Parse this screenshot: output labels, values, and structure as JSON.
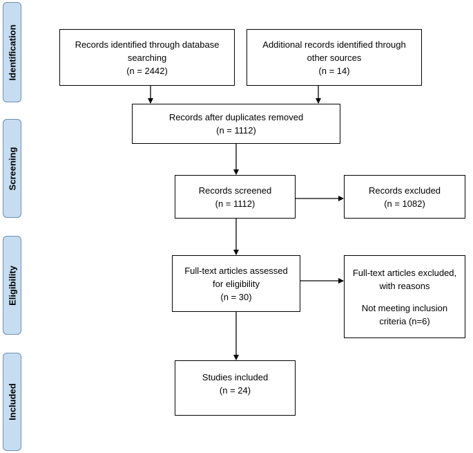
{
  "phases": {
    "identification": "Identification",
    "screening": "Screening",
    "eligibility": "Eligibility",
    "included": "Included"
  },
  "boxes": {
    "db_search": {
      "line1": "Records identified through database",
      "line2": "searching",
      "line3": "(n = 2442)"
    },
    "other_sources": {
      "line1": "Additional records identified through",
      "line2": "other sources",
      "line3": "(n = 14)"
    },
    "dedup": {
      "line1": "Records after duplicates removed",
      "line2": "(n = 1112)"
    },
    "screened": {
      "line1": "Records screened",
      "line2": "(n = 1112)"
    },
    "excluded": {
      "line1": "Records excluded",
      "line2": "(n = 1082)"
    },
    "fulltext": {
      "line1": "Full-text articles assessed",
      "line2": "for eligibility",
      "line3": "(n = 30)"
    },
    "fulltext_excluded": {
      "line1": "Full-text articles excluded,",
      "line2": "with reasons",
      "line3": "Not meeting inclusion",
      "line4": "criteria (n=6)"
    },
    "included": {
      "line1": "Studies included",
      "line2": "(n = 24)"
    }
  }
}
